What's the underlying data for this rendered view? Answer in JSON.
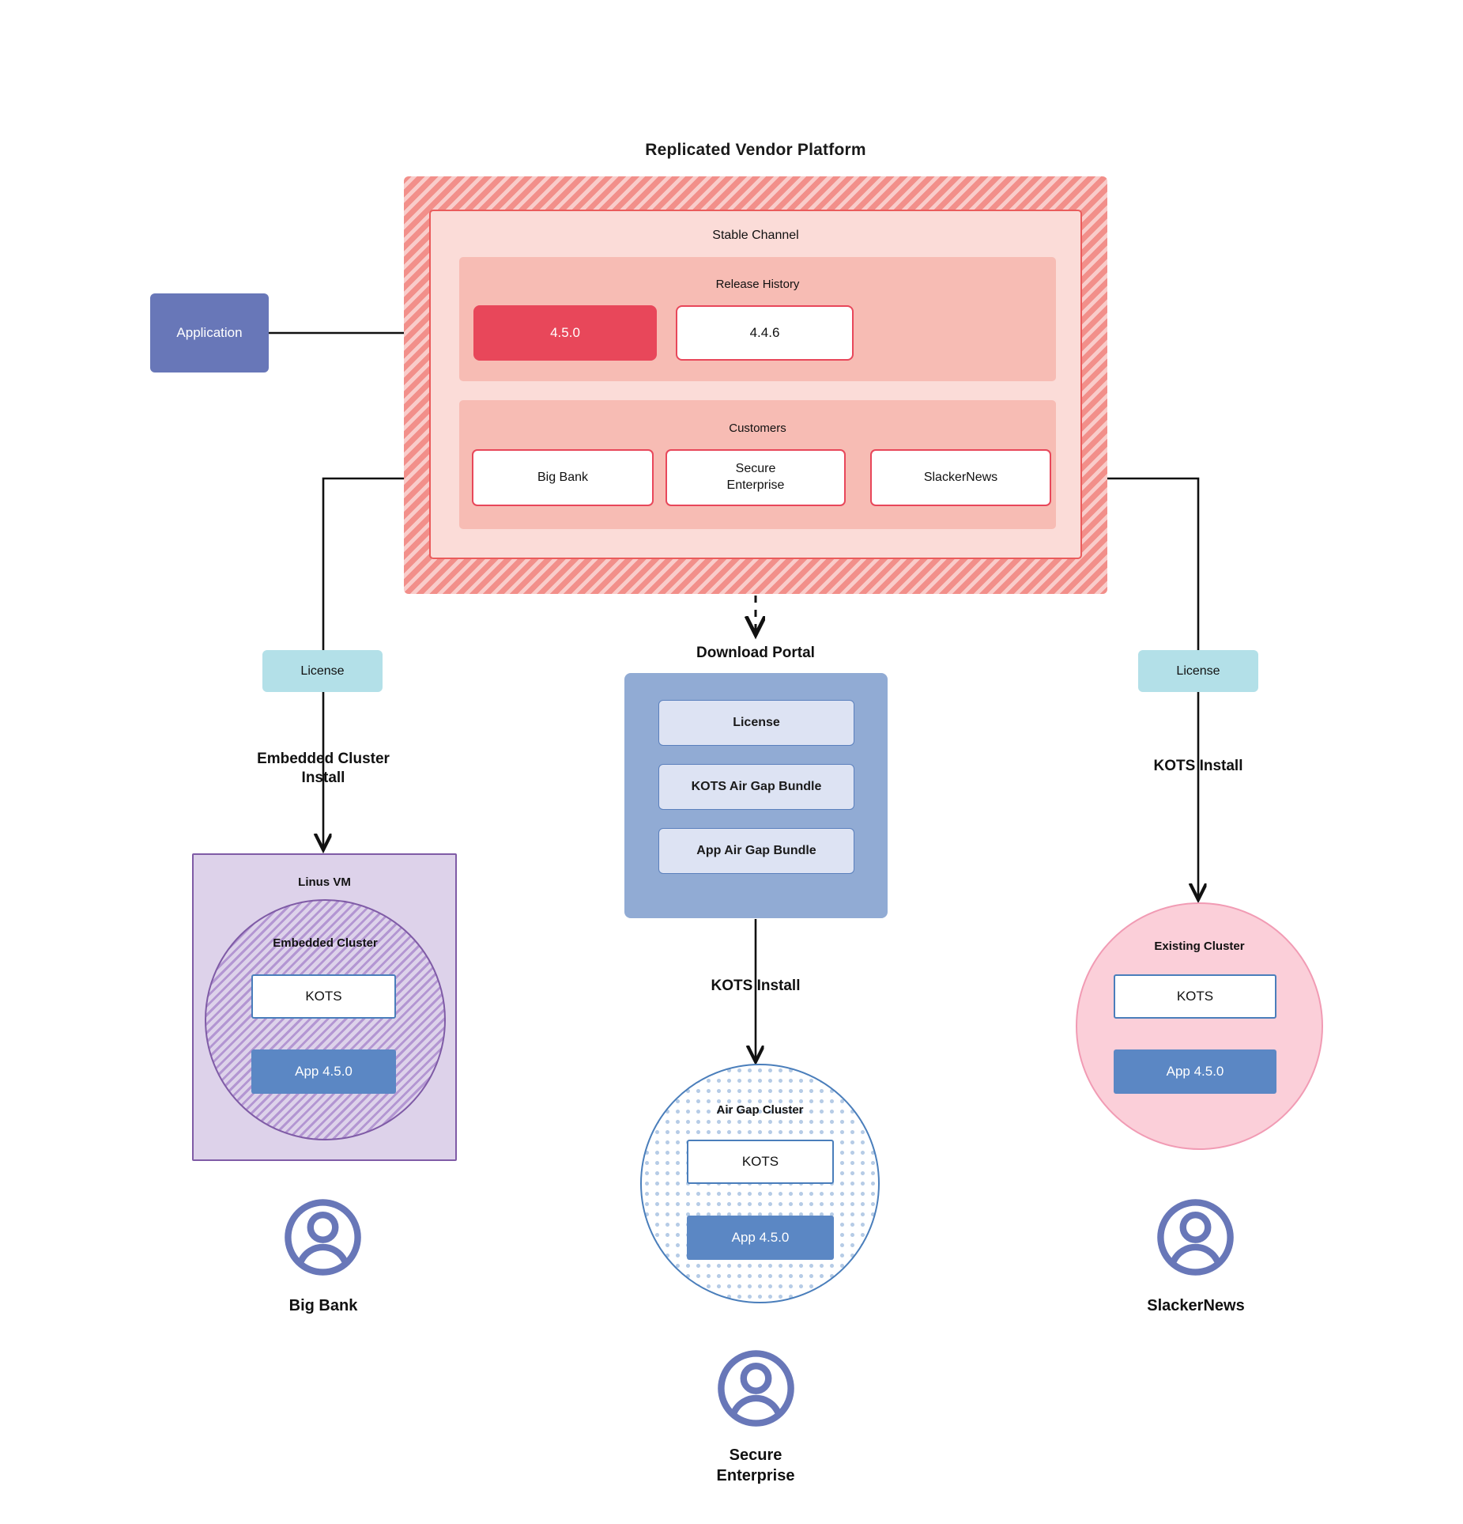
{
  "platform": {
    "title": "Replicated Vendor Platform",
    "channel": {
      "title": "Stable Channel"
    },
    "release_history": {
      "title": "Release History",
      "releases": [
        {
          "version": "4.5.0",
          "state": "current"
        },
        {
          "version": "4.4.6",
          "state": "past"
        }
      ]
    },
    "customers": {
      "title": "Customers",
      "items": [
        {
          "name": "Big Bank"
        },
        {
          "name": "Secure\nEnterprise"
        },
        {
          "name": "SlackerNews"
        }
      ]
    }
  },
  "application": {
    "label": "Application"
  },
  "licenses": {
    "left_label": "License",
    "right_label": "License"
  },
  "install_paths": {
    "left": "Embedded Cluster\nInstall",
    "center": "KOTS Install",
    "right": "KOTS Install"
  },
  "download_portal": {
    "title": "Download  Portal",
    "items": [
      {
        "label": "License"
      },
      {
        "label": "KOTS Air Gap Bundle"
      },
      {
        "label": "App Air Gap Bundle"
      }
    ]
  },
  "left_stack": {
    "vm_label": "Linus VM",
    "cluster_label": "Embedded Cluster",
    "kots_label": "KOTS",
    "app_label": "App 4.5.0",
    "customer_name": "Big Bank",
    "avatar_icon": "user-avatar-icon"
  },
  "center_stack": {
    "cluster_label": "Air Gap Cluster",
    "kots_label": "KOTS",
    "app_label": "App 4.5.0",
    "customer_name": "Secure\nEnterprise",
    "avatar_icon": "user-avatar-icon"
  },
  "right_stack": {
    "cluster_label": "Existing Cluster",
    "kots_label": "KOTS",
    "app_label": "App 4.5.0",
    "customer_name": "SlackerNews",
    "avatar_icon": "user-avatar-icon"
  },
  "colors": {
    "platform_hatch": "#f28f8a",
    "channel_fill": "#fbdcd8",
    "panel_fill": "#f7bcb4",
    "release_current": "#e8475a",
    "app_blue": "#6877b8",
    "license_teal": "#b3e0e8",
    "portal_blue": "#91abd4",
    "portal_item": "#dde3f3",
    "vm_purple": "#ddd2ea",
    "vm_border": "#7f5ba6",
    "airgap_border": "#4a7ebb",
    "existing_pink": "#fbcfd9",
    "existing_border": "#f19bb4",
    "app_version_blue": "#5b87c4",
    "connector": "#111111"
  }
}
